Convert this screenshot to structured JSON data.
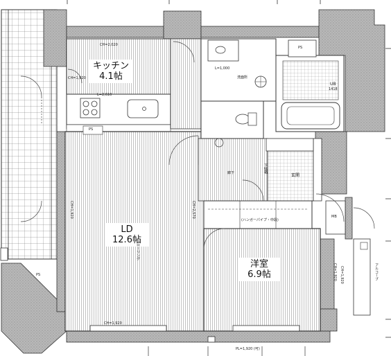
{
  "rooms": {
    "kitchen": {
      "name": "キッチン",
      "size": "4.1帖"
    },
    "ld": {
      "name": "LD",
      "size": "12.6帖"
    },
    "western": {
      "name": "洋室",
      "size": "6.9帖"
    }
  },
  "fixtures": {
    "genkan": "玄関",
    "ub": "UB",
    "ub_size": "1418",
    "washroom": "洗面所",
    "ps": "PS",
    "mb": "MB",
    "closet": "(ハンガーパイプ・中段)",
    "flooring": "フローリング",
    "shoe_box": "下駄箱",
    "alcove": "アルコーブ",
    "hallway": "廊下"
  },
  "dimensions": {
    "kitchen_ch": "CH=2,020",
    "kitchen_ch2": "CH=1,920",
    "kitchen_l": "L=2,610",
    "wash_l": "L=1,000",
    "ld_ch_bottom": "CH=1,920",
    "ld_ch_left": "CH=1,920",
    "ld_ch_center": "CH=2,570",
    "western_ch": "CH=1,920",
    "bottom_dim": "PL=1,920 (可)",
    "door_ch": "CH=1,920"
  }
}
